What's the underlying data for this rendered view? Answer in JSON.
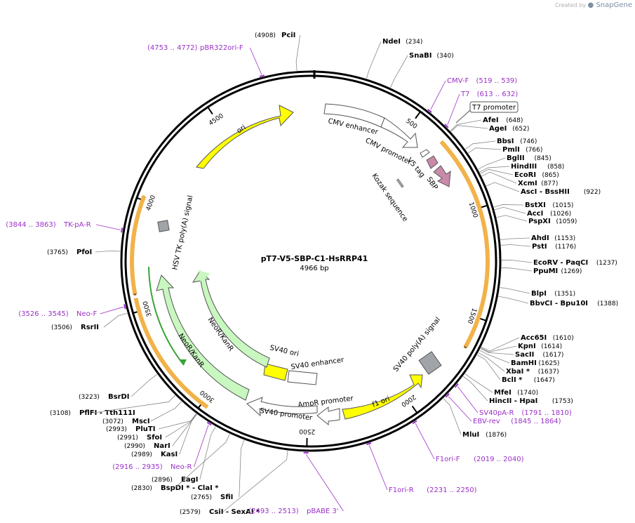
{
  "credit": {
    "prefix": "Created by",
    "brand": "SnapGene"
  },
  "plasmid": {
    "name": "pT7-V5-SBP-C1-HsRRP41",
    "length_label": "4966 bp",
    "length": 4966
  },
  "colors": {
    "primer": "#9b30c8",
    "ori": "#ffff00",
    "orange_track": "#f2b24a",
    "neo": "#c8f7c0",
    "neo_arrow": "#3aa33a",
    "tag": "#c88aa8",
    "terminator": "#a0a4a8",
    "white": "#ffffff"
  },
  "ticks": [
    {
      "label": "500",
      "pos": 500
    },
    {
      "label": "1000",
      "pos": 1000
    },
    {
      "label": "1500",
      "pos": 1500
    },
    {
      "label": "2000",
      "pos": 2000
    },
    {
      "label": "2500",
      "pos": 2500
    },
    {
      "label": "3000",
      "pos": 3000
    },
    {
      "label": "3500",
      "pos": 3500
    },
    {
      "label": "4000",
      "pos": 4000
    },
    {
      "label": "4500",
      "pos": 4500
    }
  ],
  "enzymes": [
    {
      "name": "NdeI",
      "pos": "(234)",
      "site": 234
    },
    {
      "name": "SnaBI",
      "pos": "(340)",
      "site": 340
    },
    {
      "name": "AfeI",
      "pos": "(648)",
      "site": 648
    },
    {
      "name": "AgeI",
      "pos": "(652)",
      "site": 652
    },
    {
      "name": "BbsI",
      "pos": "(746)",
      "site": 746
    },
    {
      "name": "PmlI",
      "pos": "(766)",
      "site": 766
    },
    {
      "name": "BglII",
      "pos": "(845)",
      "site": 845
    },
    {
      "name": "HindIII",
      "pos": "(858)",
      "site": 858
    },
    {
      "name": "EcoRI",
      "pos": "(865)",
      "site": 865
    },
    {
      "name": "XcmI",
      "pos": "(877)",
      "site": 877
    },
    {
      "name": "AscI - BssHII",
      "pos": "(922)",
      "site": 922
    },
    {
      "name": "BstXI",
      "pos": "(1015)",
      "site": 1015
    },
    {
      "name": "AccI",
      "pos": "(1026)",
      "site": 1026
    },
    {
      "name": "PspXI",
      "pos": "(1059)",
      "site": 1059
    },
    {
      "name": "AhdI",
      "pos": "(1153)",
      "site": 1153
    },
    {
      "name": "PstI",
      "pos": "(1176)",
      "site": 1176
    },
    {
      "name": "EcoRV - PaqCI",
      "pos": "(1237)",
      "site": 1237
    },
    {
      "name": "PpuMI",
      "pos": "(1269)",
      "site": 1269
    },
    {
      "name": "BlpI",
      "pos": "(1351)",
      "site": 1351
    },
    {
      "name": "BbvCI - Bpu10I",
      "pos": "(1388)",
      "site": 1388
    },
    {
      "name": "Acc65I",
      "pos": "(1610)",
      "site": 1610
    },
    {
      "name": "KpnI",
      "pos": "(1614)",
      "site": 1614
    },
    {
      "name": "SacII",
      "pos": "(1617)",
      "site": 1617
    },
    {
      "name": "BamHI",
      "pos": "(1625)",
      "site": 1625
    },
    {
      "name": "XbaI *",
      "pos": "(1637)",
      "site": 1637
    },
    {
      "name": "BclI *",
      "pos": "(1647)",
      "site": 1647
    },
    {
      "name": "MfeI",
      "pos": "(1740)",
      "site": 1740
    },
    {
      "name": "HincII - HpaI",
      "pos": "(1753)",
      "site": 1753
    },
    {
      "name": "MluI",
      "pos": "(1876)",
      "site": 1876
    },
    {
      "name": "CsiI - SexAI *",
      "pos": "(2579)",
      "site": 2579
    },
    {
      "name": "SfiI",
      "pos": "(2765)",
      "site": 2765
    },
    {
      "name": "BspDI * - ClaI *",
      "pos": "(2830)",
      "site": 2830
    },
    {
      "name": "EagI",
      "pos": "(2896)",
      "site": 2896
    },
    {
      "name": "KasI",
      "pos": "(2989)",
      "site": 2989
    },
    {
      "name": "NarI",
      "pos": "(2990)",
      "site": 2990
    },
    {
      "name": "SfoI",
      "pos": "(2991)",
      "site": 2991
    },
    {
      "name": "PluTI",
      "pos": "(2993)",
      "site": 2993
    },
    {
      "name": "MscI",
      "pos": "(3072)",
      "site": 3072
    },
    {
      "name": "PflFI - Tth111I",
      "pos": "(3108)",
      "site": 3108
    },
    {
      "name": "BsrDI",
      "pos": "(3223)",
      "site": 3223
    },
    {
      "name": "RsrII",
      "pos": "(3506)",
      "site": 3506
    },
    {
      "name": "PfoI",
      "pos": "(3765)",
      "site": 3765
    },
    {
      "name": "PciI",
      "pos": "(4908)",
      "site": 4908
    }
  ],
  "primers": [
    {
      "name": "CMV-F",
      "range": "(519 .. 539)",
      "site": 529
    },
    {
      "name": "T7",
      "range": "(613 .. 632)",
      "site": 622
    },
    {
      "name": "SV40pA-R",
      "range": "(1791 .. 1810)",
      "site": 1800
    },
    {
      "name": "EBV-rev",
      "range": "(1845 .. 1864)",
      "site": 1855
    },
    {
      "name": "F1ori-F",
      "range": "(2019 .. 2040)",
      "site": 2030
    },
    {
      "name": "F1ori-R",
      "range": "(2231 .. 2250)",
      "site": 2240
    },
    {
      "name": "pBABE 3'",
      "range": "(2493 .. 2513)",
      "site": 2503
    },
    {
      "name": "Neo-R",
      "range": "(2916 .. 2935)",
      "site": 2925
    },
    {
      "name": "Neo-F",
      "range": "(3526 .. 3545)",
      "site": 3535
    },
    {
      "name": "TK-pA-R",
      "range": "(3844 .. 3863)",
      "site": 3853
    },
    {
      "name": "pBR322ori-F",
      "range": "(4753 .. 4772)",
      "site": 4762
    }
  ],
  "feature_box": {
    "label": "T7 promoter"
  },
  "features": [
    {
      "label": "CMV enhancer"
    },
    {
      "label": "CMV promoter"
    },
    {
      "label": "V5 tag"
    },
    {
      "label": "SBP"
    },
    {
      "label": "Kozak sequence"
    },
    {
      "label": "SV40 poly(A) signal"
    },
    {
      "label": "f1 ori"
    },
    {
      "label": "AmpR promoter"
    },
    {
      "label": "SV40 promoter"
    },
    {
      "label": "SV40 ori"
    },
    {
      "label": "SV40 enhancer"
    },
    {
      "label": "NeoR/KanR"
    },
    {
      "label": "NeoR/KanR"
    },
    {
      "label": "HSV TK poly(A) signal"
    },
    {
      "label": "ori"
    }
  ]
}
